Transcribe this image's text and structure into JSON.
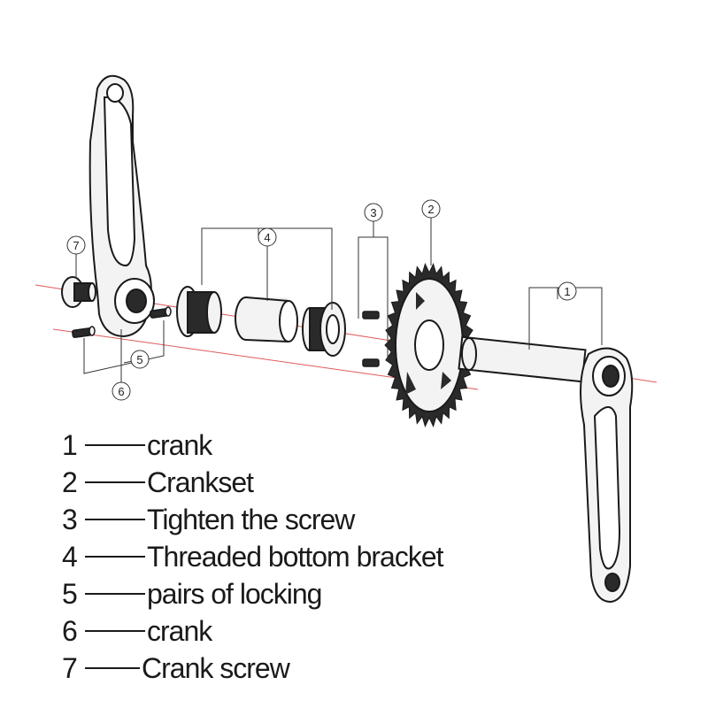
{
  "colors": {
    "part_fill": "#f3f3f3",
    "part_stroke": "#1a1a1a",
    "dark_fill": "#2a2a2a",
    "axis_line": "#e05a5a",
    "leader": "#333333"
  },
  "callouts": [
    "1",
    "2",
    "3",
    "4",
    "5",
    "6",
    "7"
  ],
  "legend": [
    {
      "num": "1",
      "label": "crank"
    },
    {
      "num": "2",
      "label": "Crankset"
    },
    {
      "num": "3",
      "label": "Tighten the screw"
    },
    {
      "num": "4",
      "label": "Threaded bottom bracket"
    },
    {
      "num": "5",
      "label": "pairs of locking"
    },
    {
      "num": "6",
      "label": "crank"
    },
    {
      "num": "7",
      "label": "Crank screw"
    }
  ]
}
